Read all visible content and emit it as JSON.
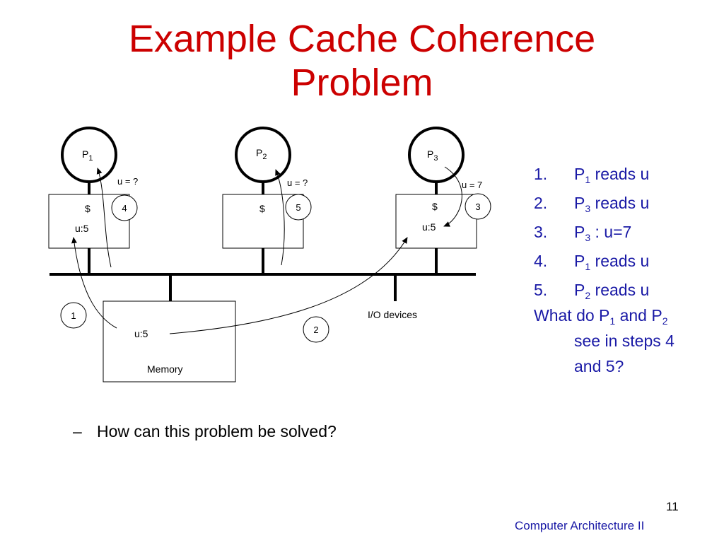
{
  "title": {
    "line1": "Example Cache Coherence",
    "line2": "Problem"
  },
  "diagram": {
    "processors": [
      {
        "label": "P",
        "sub": "1"
      },
      {
        "label": "P",
        "sub": "2"
      },
      {
        "label": "P",
        "sub": "3"
      }
    ],
    "cache_symbol": "$",
    "cache1_value": "u:5",
    "cache3_value": "u:5",
    "p1_note": "u = ?",
    "p2_note": "u = ?",
    "p3_note": "u = 7",
    "step_markers": [
      "1",
      "2",
      "3",
      "4",
      "5"
    ],
    "memory_value": "u:5",
    "memory_label": "Memory",
    "io_label": "I/O devices"
  },
  "steps": [
    {
      "num": "1.",
      "p": "P",
      "sub": "1",
      "rest": " reads u"
    },
    {
      "num": "2.",
      "p": "P",
      "sub": "3",
      "rest": " reads u"
    },
    {
      "num": "3.",
      "p": "P",
      "sub": "3",
      "rest": " : u=7"
    },
    {
      "num": "4.",
      "p": "P",
      "sub": "1",
      "rest": " reads u"
    },
    {
      "num": "5.",
      "p": "P",
      "sub": "2",
      "rest": " reads u"
    }
  ],
  "question": {
    "part1": "What do P",
    "sub1": "1",
    "part2": " and P",
    "sub2": "2",
    "line2": "see in steps 4",
    "line3": "and 5?"
  },
  "bullet": {
    "dash": "–",
    "text": "How can this problem be solved?"
  },
  "page_number": "11",
  "footer": "Computer Architecture II"
}
